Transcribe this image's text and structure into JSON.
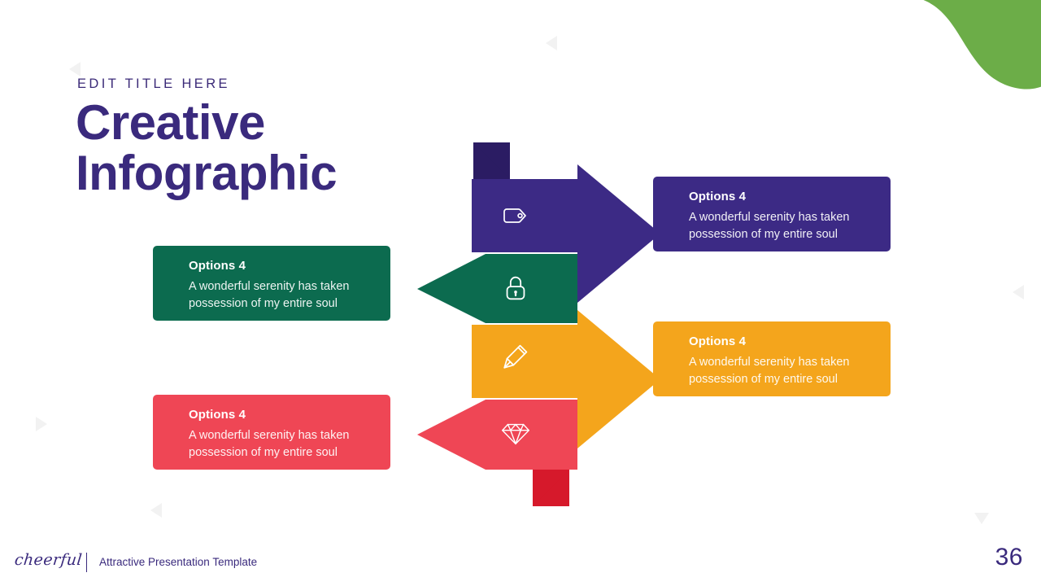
{
  "slide": {
    "eyebrow": "EDIT TITLE HERE",
    "title_line1": "Creative",
    "title_line2": "Infographic",
    "background_color": "#ffffff",
    "accent_purple": "#3c2a85",
    "accent_green": "#0c6b4f",
    "accent_orange": "#f4a51c",
    "accent_red": "#ef4655",
    "blob_color": "#6cad48"
  },
  "steps": [
    {
      "id": "step-purple",
      "icon": "tag-icon",
      "color": "#3c2a85",
      "tail_color": "#2b1c63",
      "direction": "right",
      "card_side": "right",
      "title": "Options 4",
      "body": "A wonderful serenity has taken possession of my entire soul"
    },
    {
      "id": "step-green",
      "icon": "lock-icon",
      "color": "#0c6b4f",
      "direction": "left",
      "card_side": "left",
      "title": "Options 4",
      "body": "A wonderful serenity has taken possession of my entire soul"
    },
    {
      "id": "step-orange",
      "icon": "pencil-icon",
      "color": "#f4a51c",
      "direction": "right",
      "card_side": "right",
      "title": "Options 4",
      "body": "A wonderful serenity has taken possession of my entire soul"
    },
    {
      "id": "step-red",
      "icon": "diamond-icon",
      "color": "#ef4655",
      "tail_color": "#d6192b",
      "direction": "left",
      "card_side": "left",
      "title": "Options 4",
      "body": "A wonderful serenity has taken possession of my entire soul"
    }
  ],
  "footer": {
    "logo": "cheerful",
    "tagline": "Attractive Presentation Template",
    "page_number": "36"
  }
}
